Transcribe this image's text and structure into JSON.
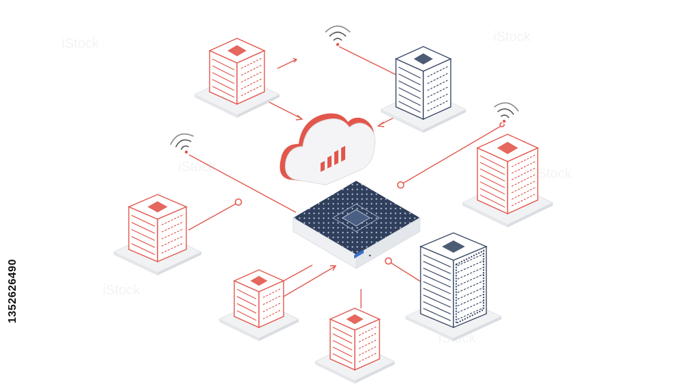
{
  "image_id_text": "1352626490",
  "watermark_text": "iStock",
  "colors": {
    "accent": "#e2574c",
    "dark_navy": "#2f3f5c",
    "outline_dark": "#3a4a66",
    "light_gray": "#f1f2f4",
    "line": "#e2574c"
  },
  "nodes": [
    {
      "id": "server-top-left",
      "style": "red",
      "icon": "chip-icon"
    },
    {
      "id": "server-top-right",
      "style": "dark",
      "icon": "card-icon"
    },
    {
      "id": "server-right",
      "style": "red",
      "icon": "document-icon"
    },
    {
      "id": "server-left",
      "style": "red",
      "icon": "shield-icon"
    },
    {
      "id": "server-bottom-left",
      "style": "red",
      "icon": "browser-icon"
    },
    {
      "id": "server-bottom-center",
      "style": "red",
      "icon": "browser-icon"
    },
    {
      "id": "server-bottom-right-tower",
      "style": "dark",
      "icon": "barcode-icon"
    },
    {
      "id": "central-hub",
      "style": "navy",
      "icon": "chip-icon"
    },
    {
      "id": "cloud",
      "style": "red",
      "icon": "bar-chart-icon"
    }
  ],
  "wifi_signals": [
    "top-center",
    "right",
    "left"
  ]
}
